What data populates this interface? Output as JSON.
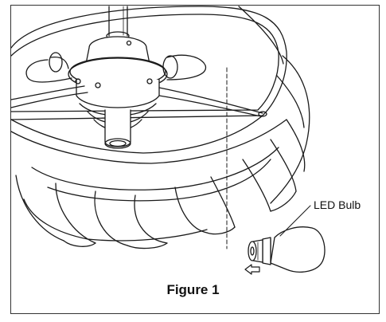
{
  "figure": {
    "caption": "Figure 1",
    "callout_label": "LED Bulb",
    "icons": [
      "ceiling-fan-illustration",
      "led-bulb-illustration",
      "insert-arrow-icon"
    ]
  }
}
